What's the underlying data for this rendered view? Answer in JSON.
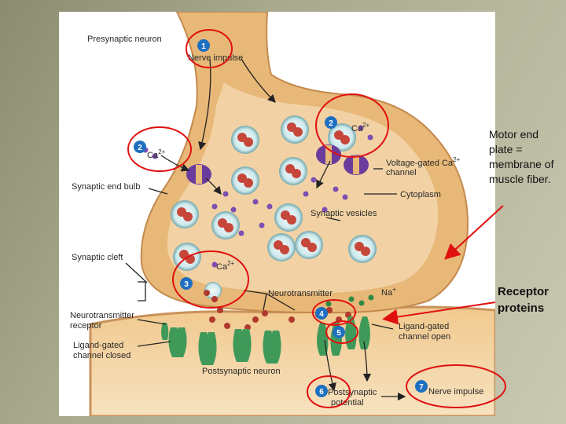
{
  "labels": {
    "presynaptic_neuron": "Presynaptic neuron",
    "nerve_impulse_top": "Nerve impulse",
    "ca_top": "Ca",
    "ca_left": "Ca",
    "ca_bottom": "Ca",
    "ca_superscript": "2+",
    "voltage_gated_1": "Voltage-gated Ca",
    "voltage_gated_sup": "2+",
    "voltage_gated_2": "channel",
    "synaptic_end_bulb": "Synaptic end bulb",
    "cytoplasm": "Cytoplasm",
    "synaptic_vesicles": "Synaptic vesicles",
    "synaptic_cleft": "Synaptic cleft",
    "neurotransmitter": "Neurotransmitter",
    "na": "Na",
    "na_sup": "+",
    "nt_receptor_1": "Neurotransmitter",
    "nt_receptor_2": "receptor",
    "lg_closed_1": "Ligand-gated",
    "lg_closed_2": "channel closed",
    "lg_open_1": "Ligand-gated",
    "lg_open_2": "channel open",
    "postsynaptic_neuron": "Postsynaptic neuron",
    "postsynaptic_potential_1": "Postsynaptic",
    "postsynaptic_potential_2": "potential",
    "nerve_impulse_bottom": "Nerve impulse"
  },
  "steps": [
    "1",
    "2",
    "2",
    "3",
    "4",
    "5",
    "6",
    "7"
  ],
  "side_notes": {
    "motor_end_plate": "Motor end plate = membrane of muscle fiber.",
    "receptor_proteins": "Receptor proteins"
  },
  "colors": {
    "membrane": "#e8b878",
    "cytoplasm": "#f2d2a4",
    "step_badge": "#1f6fc0",
    "annotation_red": "#e01010",
    "channel": "#6a3c9c",
    "receptor": "#3f9a5a",
    "neurotransmitter": "#b03a2e"
  }
}
